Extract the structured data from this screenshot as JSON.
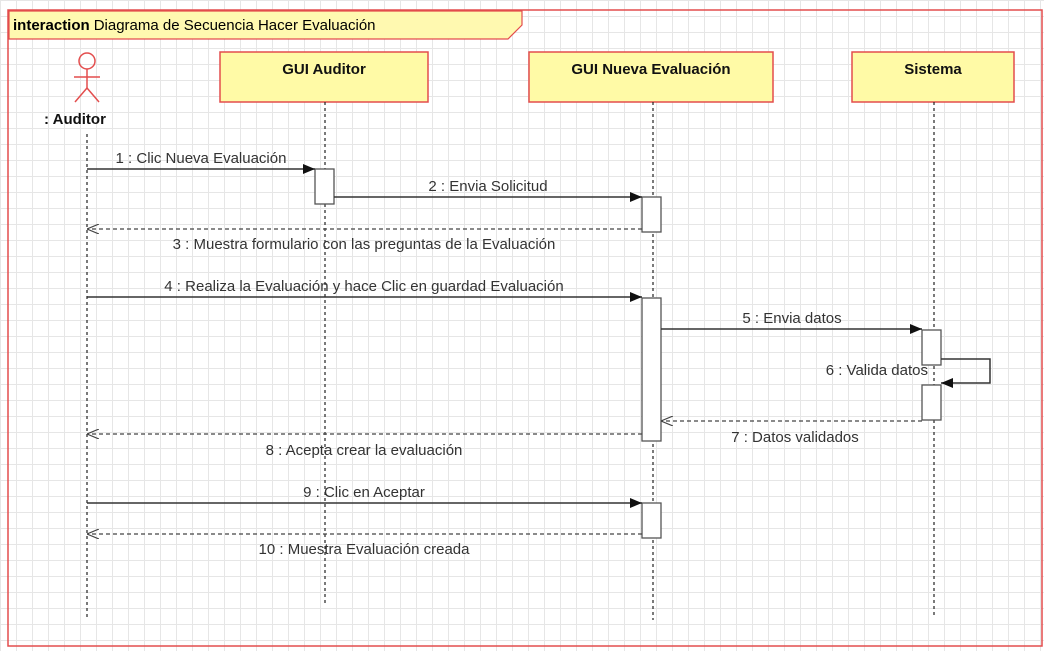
{
  "frame": {
    "keyword": "interaction",
    "name": "Diagrama de Secuencia Hacer Evaluación"
  },
  "actor": {
    "label": ": Auditor"
  },
  "participants": [
    {
      "label": "GUI Auditor"
    },
    {
      "label": "GUI Nueva Evaluación"
    },
    {
      "label": "Sistema"
    }
  ],
  "messages": [
    {
      "label": "1 : Clic Nueva Evaluación",
      "kind": "sync"
    },
    {
      "label": "2 : Envia Solicitud",
      "kind": "sync"
    },
    {
      "label": "3 : Muestra formulario con las preguntas de la Evaluación",
      "kind": "return"
    },
    {
      "label": "4 : Realiza la Evaluación y hace Clic en guardad Evaluación",
      "kind": "sync"
    },
    {
      "label": "5 : Envia datos",
      "kind": "sync"
    },
    {
      "label": "6 : Valida datos",
      "kind": "self"
    },
    {
      "label": "7 : Datos validados",
      "kind": "return"
    },
    {
      "label": "8 : Acepta crear la evaluación",
      "kind": "return"
    },
    {
      "label": "9 : Clic en Aceptar",
      "kind": "sync"
    },
    {
      "label": "10 : Muestra Evaluación creada",
      "kind": "return"
    }
  ],
  "colors": {
    "frame": "#e34d4d",
    "header_fill": "#fffaa6",
    "grid": "#e6e6e6"
  }
}
